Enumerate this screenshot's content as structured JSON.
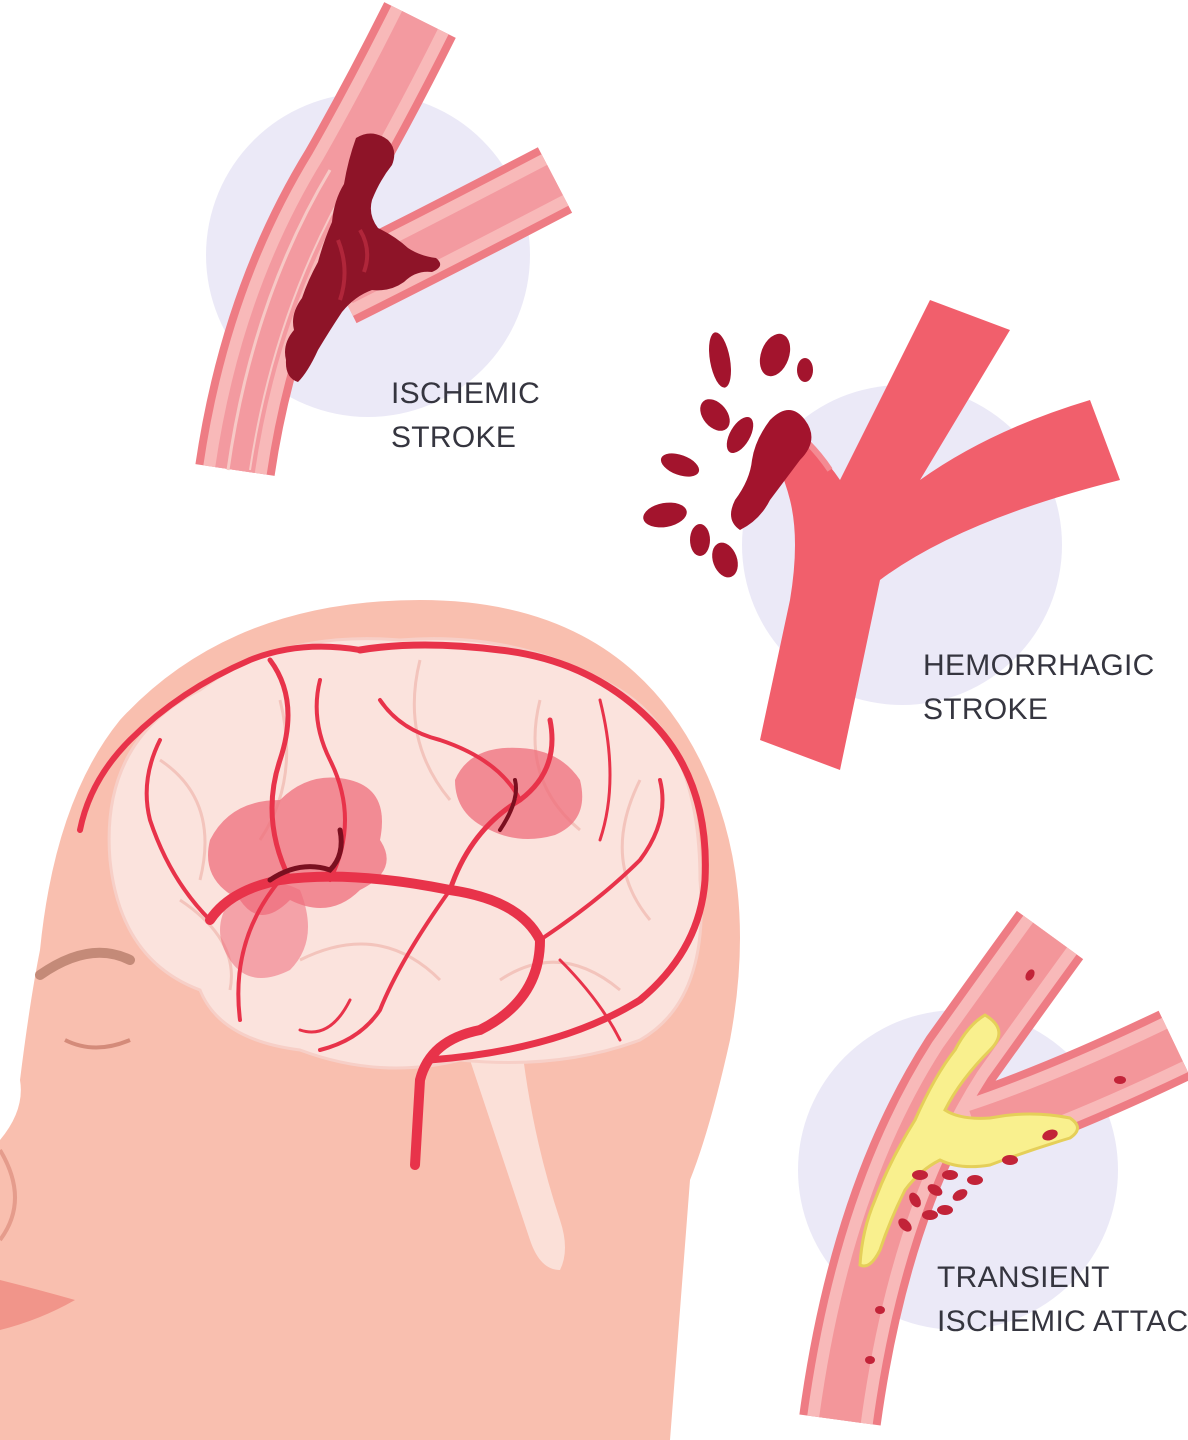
{
  "panels": {
    "ischemic": {
      "line1": "ISCHEMIC",
      "line2": "STROKE"
    },
    "hemorrhagic": {
      "line1": "HEMORRHAGIC",
      "line2": "STROKE"
    },
    "tia": {
      "line1": "TRANSIENT",
      "line2": "ISCHEMIC ATTACK"
    }
  },
  "colors": {
    "background": "#ffffff",
    "halo": "#ebe9f7",
    "vessel_outer": "#f07f86",
    "vessel_wall": "#f8b9b9",
    "vessel_lumen": "#f3969a",
    "vessel_solid": "#f15f6c",
    "clot": "#8e1428",
    "blood_splash": "#a3142d",
    "plaque": "#f9f08e",
    "blood_cell": "#c22338",
    "skin": "#f9bfaf",
    "brain": "#fbe3dd",
    "artery": "#e8334a",
    "hemorrhage_zone": "#ef6d7b",
    "label_text": "#35353f"
  }
}
